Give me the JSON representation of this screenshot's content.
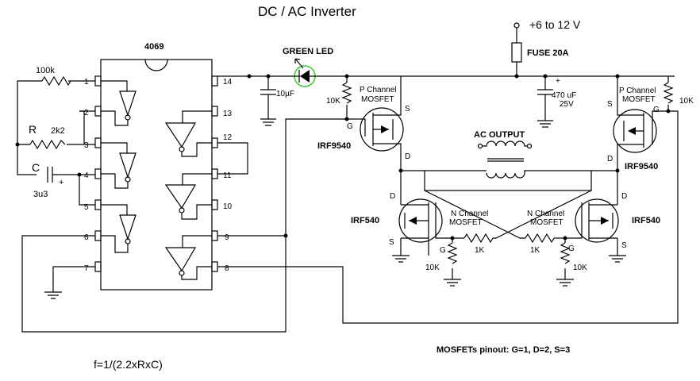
{
  "title": "DC / AC Inverter",
  "ic": {
    "name": "4069",
    "pins": [
      "1",
      "2",
      "3",
      "4",
      "5",
      "6",
      "7",
      "8",
      "9",
      "10",
      "11",
      "12",
      "13",
      "14"
    ]
  },
  "supply": {
    "label": "+6 to 12 V",
    "fuse": "FUSE 20A"
  },
  "led": {
    "label": "GREEN LED",
    "color": "#33cc33"
  },
  "timing": {
    "r1": "100k",
    "r_symbol": "R",
    "r_value": "2k2",
    "c_symbol": "C",
    "c_value": "3u3",
    "c_plus": "+"
  },
  "caps": {
    "c1": "10µF",
    "c2_plus": "+",
    "c2": "470 uF",
    "c2_v": "25V"
  },
  "resistors": {
    "r10k": "10K",
    "r1k": "1K"
  },
  "pch": {
    "type": "P Channel",
    "sub": "MOSFET",
    "part": "IRF9540"
  },
  "nch": {
    "type": "N Channel",
    "sub": "MOSFET",
    "part": "IRF540"
  },
  "pins_gds": {
    "g": "G",
    "d": "D",
    "s": "S"
  },
  "output": "AC OUTPUT",
  "pinout_note": "MOSFETs pinout: G=1, D=2, S=3",
  "formula": "f=1/(2.2xRxC)"
}
